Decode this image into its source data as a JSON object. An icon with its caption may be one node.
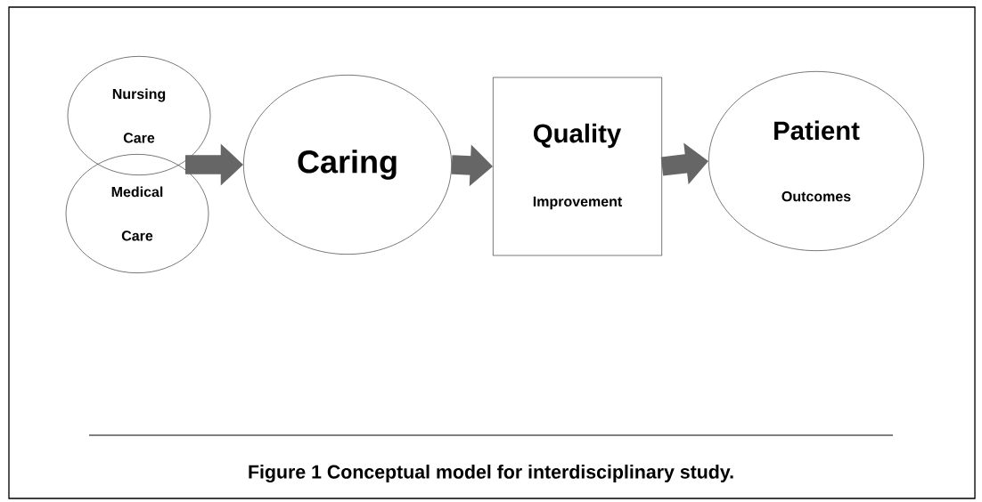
{
  "diagram": {
    "caption": "Figure 1  Conceptual model for interdisciplinary study.",
    "nodes": [
      {
        "text": [
          "Nursing Care"
        ]
      },
      {
        "text": [
          "Medical Care"
        ]
      },
      {
        "text": [
          "Caring"
        ]
      },
      {
        "text": [
          "Quality",
          "Improvement"
        ]
      },
      {
        "text": [
          "Patient",
          "Outcomes"
        ]
      }
    ],
    "edges": [
      {
        "from": 0,
        "to": 2,
        "arrow": "to"
      },
      {
        "from": 1,
        "to": 2,
        "arrow": "to"
      },
      {
        "from": 2,
        "to": 3,
        "arrow": "to"
      },
      {
        "from": 3,
        "to": 4,
        "arrow": "to"
      }
    ]
  }
}
